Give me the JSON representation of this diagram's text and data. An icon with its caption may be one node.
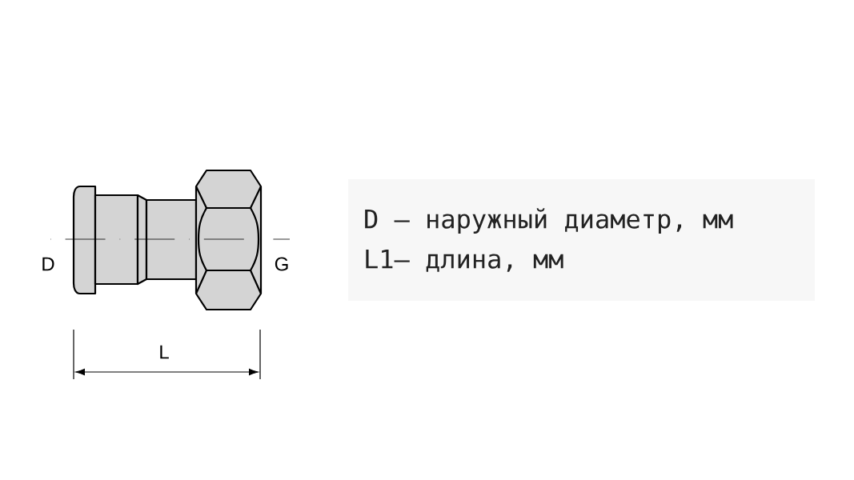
{
  "diagram": {
    "nodes": [
      {
        "text": [
          "D – наружный диаметр, мм",
          "L1– длина, мм"
        ]
      }
    ],
    "labels": [
      "D",
      "G",
      "L"
    ]
  }
}
